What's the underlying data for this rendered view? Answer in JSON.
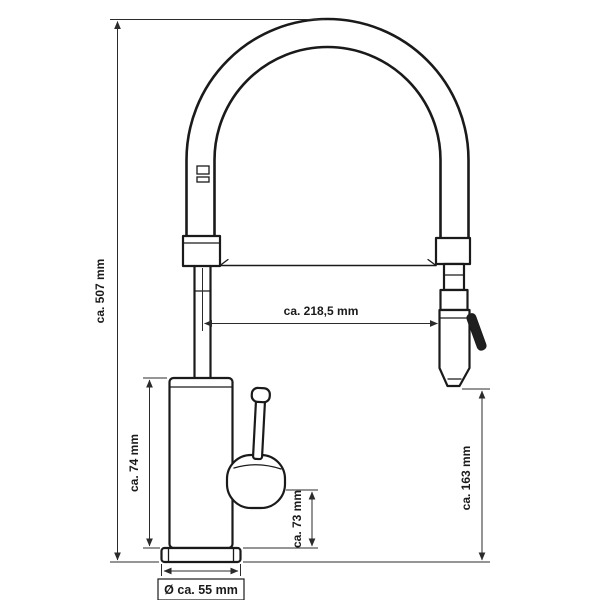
{
  "diagram": {
    "colors": {
      "ink": "#1a1a1a",
      "dim": "#2b2b2b",
      "background": "#ffffff"
    },
    "dimensions": {
      "overall_height": "ca. 507 mm",
      "reach": "ca. 218,5 mm",
      "left_height": "ca. 74 mm",
      "center_height": "ca. 73 mm",
      "right_height": "ca. 163 mm",
      "base_diameter": "Ø ca. 55 mm"
    }
  }
}
